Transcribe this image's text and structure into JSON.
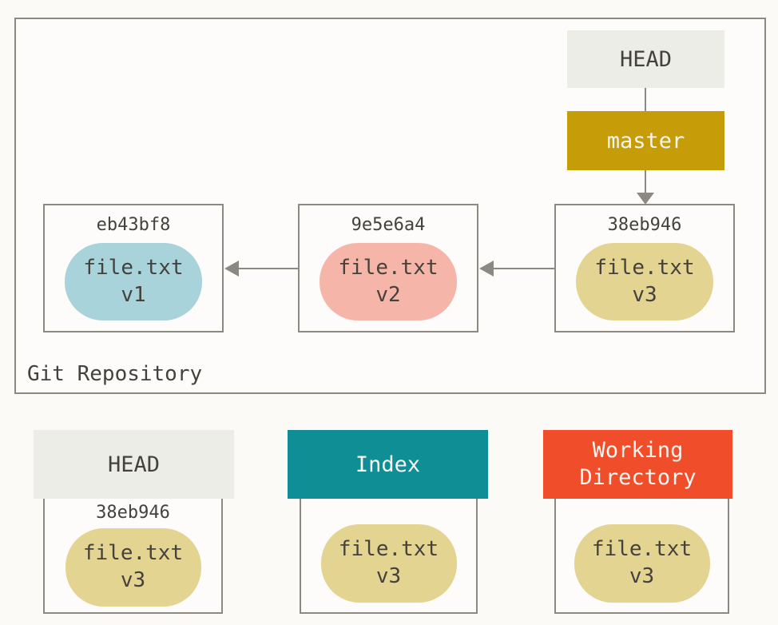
{
  "colors": {
    "page_bg": "#fbfaf7",
    "panel_bg": "#fdfcfa",
    "border": "#8c8982",
    "text_dark": "#45413c",
    "text_light": "#f7f5f0",
    "head_bg": "#edede7",
    "master_bg": "#c69d08",
    "index_bg": "#108e96",
    "workdir_bg": "#f04d2b",
    "blob_v1": "#a8d3da",
    "blob_v2": "#f6b5a9",
    "blob_v3": "#e3d492"
  },
  "repository": {
    "label": "Git Repository",
    "head_label": "HEAD",
    "branch_label": "master",
    "commits": [
      {
        "hash": "eb43bf8",
        "file_name": "file.txt",
        "file_version": "v1"
      },
      {
        "hash": "9e5e6a4",
        "file_name": "file.txt",
        "file_version": "v2"
      },
      {
        "hash": "38eb946",
        "file_name": "file.txt",
        "file_version": "v3"
      }
    ]
  },
  "areas": [
    {
      "title": "HEAD",
      "hash": "38eb946",
      "file_name": "file.txt",
      "file_version": "v3"
    },
    {
      "title": "Index",
      "file_name": "file.txt",
      "file_version": "v3"
    },
    {
      "title": "Working Directory",
      "file_name": "file.txt",
      "file_version": "v3"
    }
  ]
}
